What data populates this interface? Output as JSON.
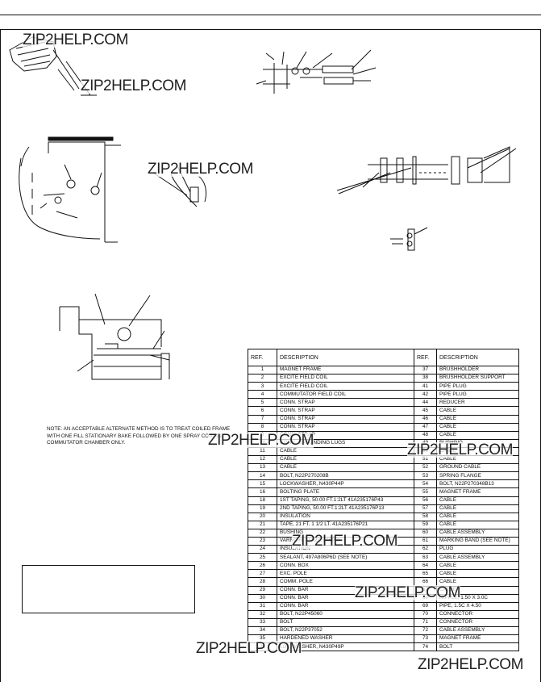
{
  "watermark": "ZIP2HELP.COM",
  "note_text": "NOTE: AN ACCEPTABLE ALTERNATE METHOD IS TO TREAT COILED FRAME WITH ONE FILL STATIONARY BAKE FOLLOWED BY ONE SPRAY COAT IN COMMUTATOR CHAMBER ONLY.",
  "parts_table": {
    "headers": [
      "REF.",
      "DESCRIPTION",
      "REF.",
      "DESCRIPTION"
    ],
    "rows": [
      [
        "1",
        "MAGNET FRAME",
        "37",
        "BRUSHHOLDER"
      ],
      [
        "2",
        "EXCITE FIELD COIL",
        "38",
        "BRUSHHOLDER SUPPORT"
      ],
      [
        "3",
        "EXCITE FIELD COIL",
        "41",
        "PIPE PLUG"
      ],
      [
        "4",
        "COMMUTATOR FIELD COIL",
        "42",
        "PIPE PLUG"
      ],
      [
        "5",
        "CONN. STRAP",
        "44",
        "REDUCER"
      ],
      [
        "6",
        "CONN. STRAP",
        "45",
        "CABLE"
      ],
      [
        "7",
        "CONN. STRAP",
        "46",
        "CABLE"
      ],
      [
        "8",
        "CONN. STRAP",
        "47",
        "CABLE"
      ],
      [
        "9",
        "CONN. STRAP",
        "48",
        "CABLE"
      ],
      [
        "10",
        "CONN. GROUNDING LUGS",
        "49",
        "BUSHING"
      ],
      [
        "11",
        "CABLE",
        "50",
        "CABLE"
      ],
      [
        "12",
        "CABLE",
        "51",
        "CABLE"
      ],
      [
        "13",
        "CABLE",
        "52",
        "GROUND CABLE"
      ],
      [
        "14",
        "BOLT, N22P270208B",
        "53",
        "SPRING FLANGE"
      ],
      [
        "15",
        "LOCKWASHER, N430P44P",
        "54",
        "BOLT, N22P270348B13"
      ],
      [
        "16",
        "BOLTING PLATE",
        "55",
        "MAGNET FRAME"
      ],
      [
        "18",
        "1ST TAPING, 50.00 FT.1:2LT 41A235176P43",
        "56",
        "CABLE"
      ],
      [
        "19",
        "2ND TAPING, 50.00 FT.1:2LT 41A235176P13",
        "57",
        "CABLE"
      ],
      [
        "20",
        "INSULATION",
        "58",
        "CABLE"
      ],
      [
        "21",
        "TAPE, 21 FT. 1 1/2 LT. 41A235176P21",
        "59",
        "CABLE"
      ],
      [
        "22",
        "BUSHING",
        "60",
        "CABLE ASSEMBLY"
      ],
      [
        "23",
        "VARNISH, 41A235176P25",
        "61",
        "MARKING BAND (SEE NOTE)"
      ],
      [
        "24",
        "INSULATION",
        "62",
        "PLUG"
      ],
      [
        "25",
        "SEALANT, 497A806P6D (SEE NOTE)",
        "63",
        "CABLE ASSEMBLY"
      ],
      [
        "26",
        "CONN. BOX",
        "64",
        "CABLE"
      ],
      [
        "27",
        "EXC. POLE",
        "65",
        "CABLE"
      ],
      [
        "28",
        "COMM. POLE",
        "66",
        "CABLE"
      ],
      [
        "29",
        "CONN. BAR",
        "67",
        "CABLE"
      ],
      [
        "30",
        "CONN. BAR",
        "68",
        "NIPPLE, 1.50 X 3.0C"
      ],
      [
        "31",
        "CONN. BAR",
        "69",
        "PIPE, 1.5C X 4.50"
      ],
      [
        "32",
        "BOLT, N22P45060",
        "70",
        "CONNECTOR"
      ],
      [
        "33",
        "BOLT",
        "71",
        "CONNECTOR"
      ],
      [
        "34",
        "BOLT, N22P37052",
        "72",
        "CABLE ASSEMBLY"
      ],
      [
        "35",
        "HARDENED WASHER",
        "73",
        "MAGNET FRAME"
      ],
      [
        "36",
        "LOCKWASHER, N430P49P",
        "74",
        "BOLT"
      ]
    ]
  }
}
